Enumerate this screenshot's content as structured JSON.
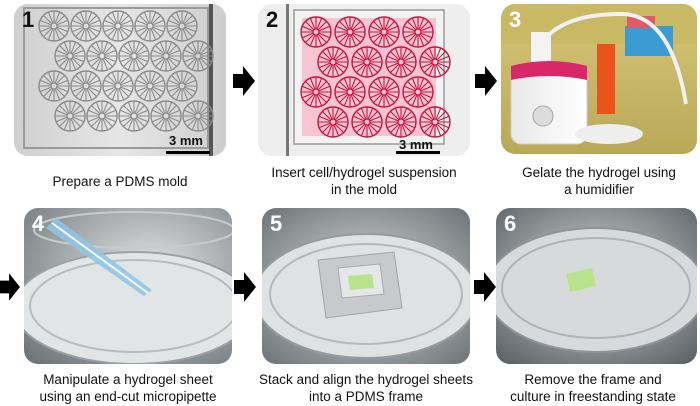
{
  "steps": [
    {
      "number": "1",
      "caption_lines": [
        "Prepare a PDMS mold"
      ],
      "scale_label": "3 mm"
    },
    {
      "number": "2",
      "caption_lines": [
        "Insert cell/hydrogel suspension",
        "in the mold"
      ],
      "scale_label": "3 mm"
    },
    {
      "number": "3",
      "caption_lines": [
        "Gelate the hydrogel using",
        "a humidifier"
      ]
    },
    {
      "number": "4",
      "caption_lines": [
        "Manipulate a hydrogel sheet",
        "using an end-cut micropipette"
      ]
    },
    {
      "number": "5",
      "caption_lines": [
        "Stack and align the hydrogel sheets",
        "into a PDMS frame"
      ]
    },
    {
      "number": "6",
      "caption_lines": [
        "Remove the frame and",
        "culture in freestanding state"
      ]
    }
  ],
  "colors": {
    "arrow": "#000000",
    "hydrogel_red": "#c8163f",
    "hydrogel_green": "#b9e38a"
  }
}
